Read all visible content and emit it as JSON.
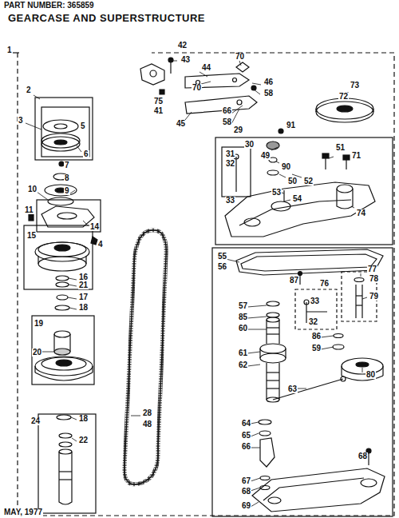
{
  "diagram": {
    "title": "GEARCASE AND SUPERSTRUCTURE",
    "labels": [
      "PART NUMBER: 365859",
      "1",
      "2",
      "3",
      "5",
      "6",
      "7",
      "8",
      "9",
      "10",
      "11",
      "14",
      "4",
      "15",
      "16",
      "21",
      "17",
      "18",
      "19",
      "20",
      "18",
      "24",
      "22",
      "28",
      "48",
      "42",
      "43",
      "70",
      "44",
      "70",
      "46",
      "58",
      "75",
      "41",
      "45",
      "66",
      "58",
      "29",
      "91",
      "30",
      "49",
      "31",
      "32",
      "90",
      "33",
      "51",
      "71",
      "52",
      "50",
      "53",
      "54",
      "73",
      "72",
      "74",
      "55",
      "56",
      "77",
      "78",
      "79",
      "57",
      "85",
      "60",
      "87",
      "76",
      "33",
      "61",
      "62",
      "32",
      "63",
      "86",
      "59",
      "80",
      "64",
      "65",
      "66",
      "67",
      "68",
      "68",
      "69",
      "MAY, 1977"
    ]
  }
}
